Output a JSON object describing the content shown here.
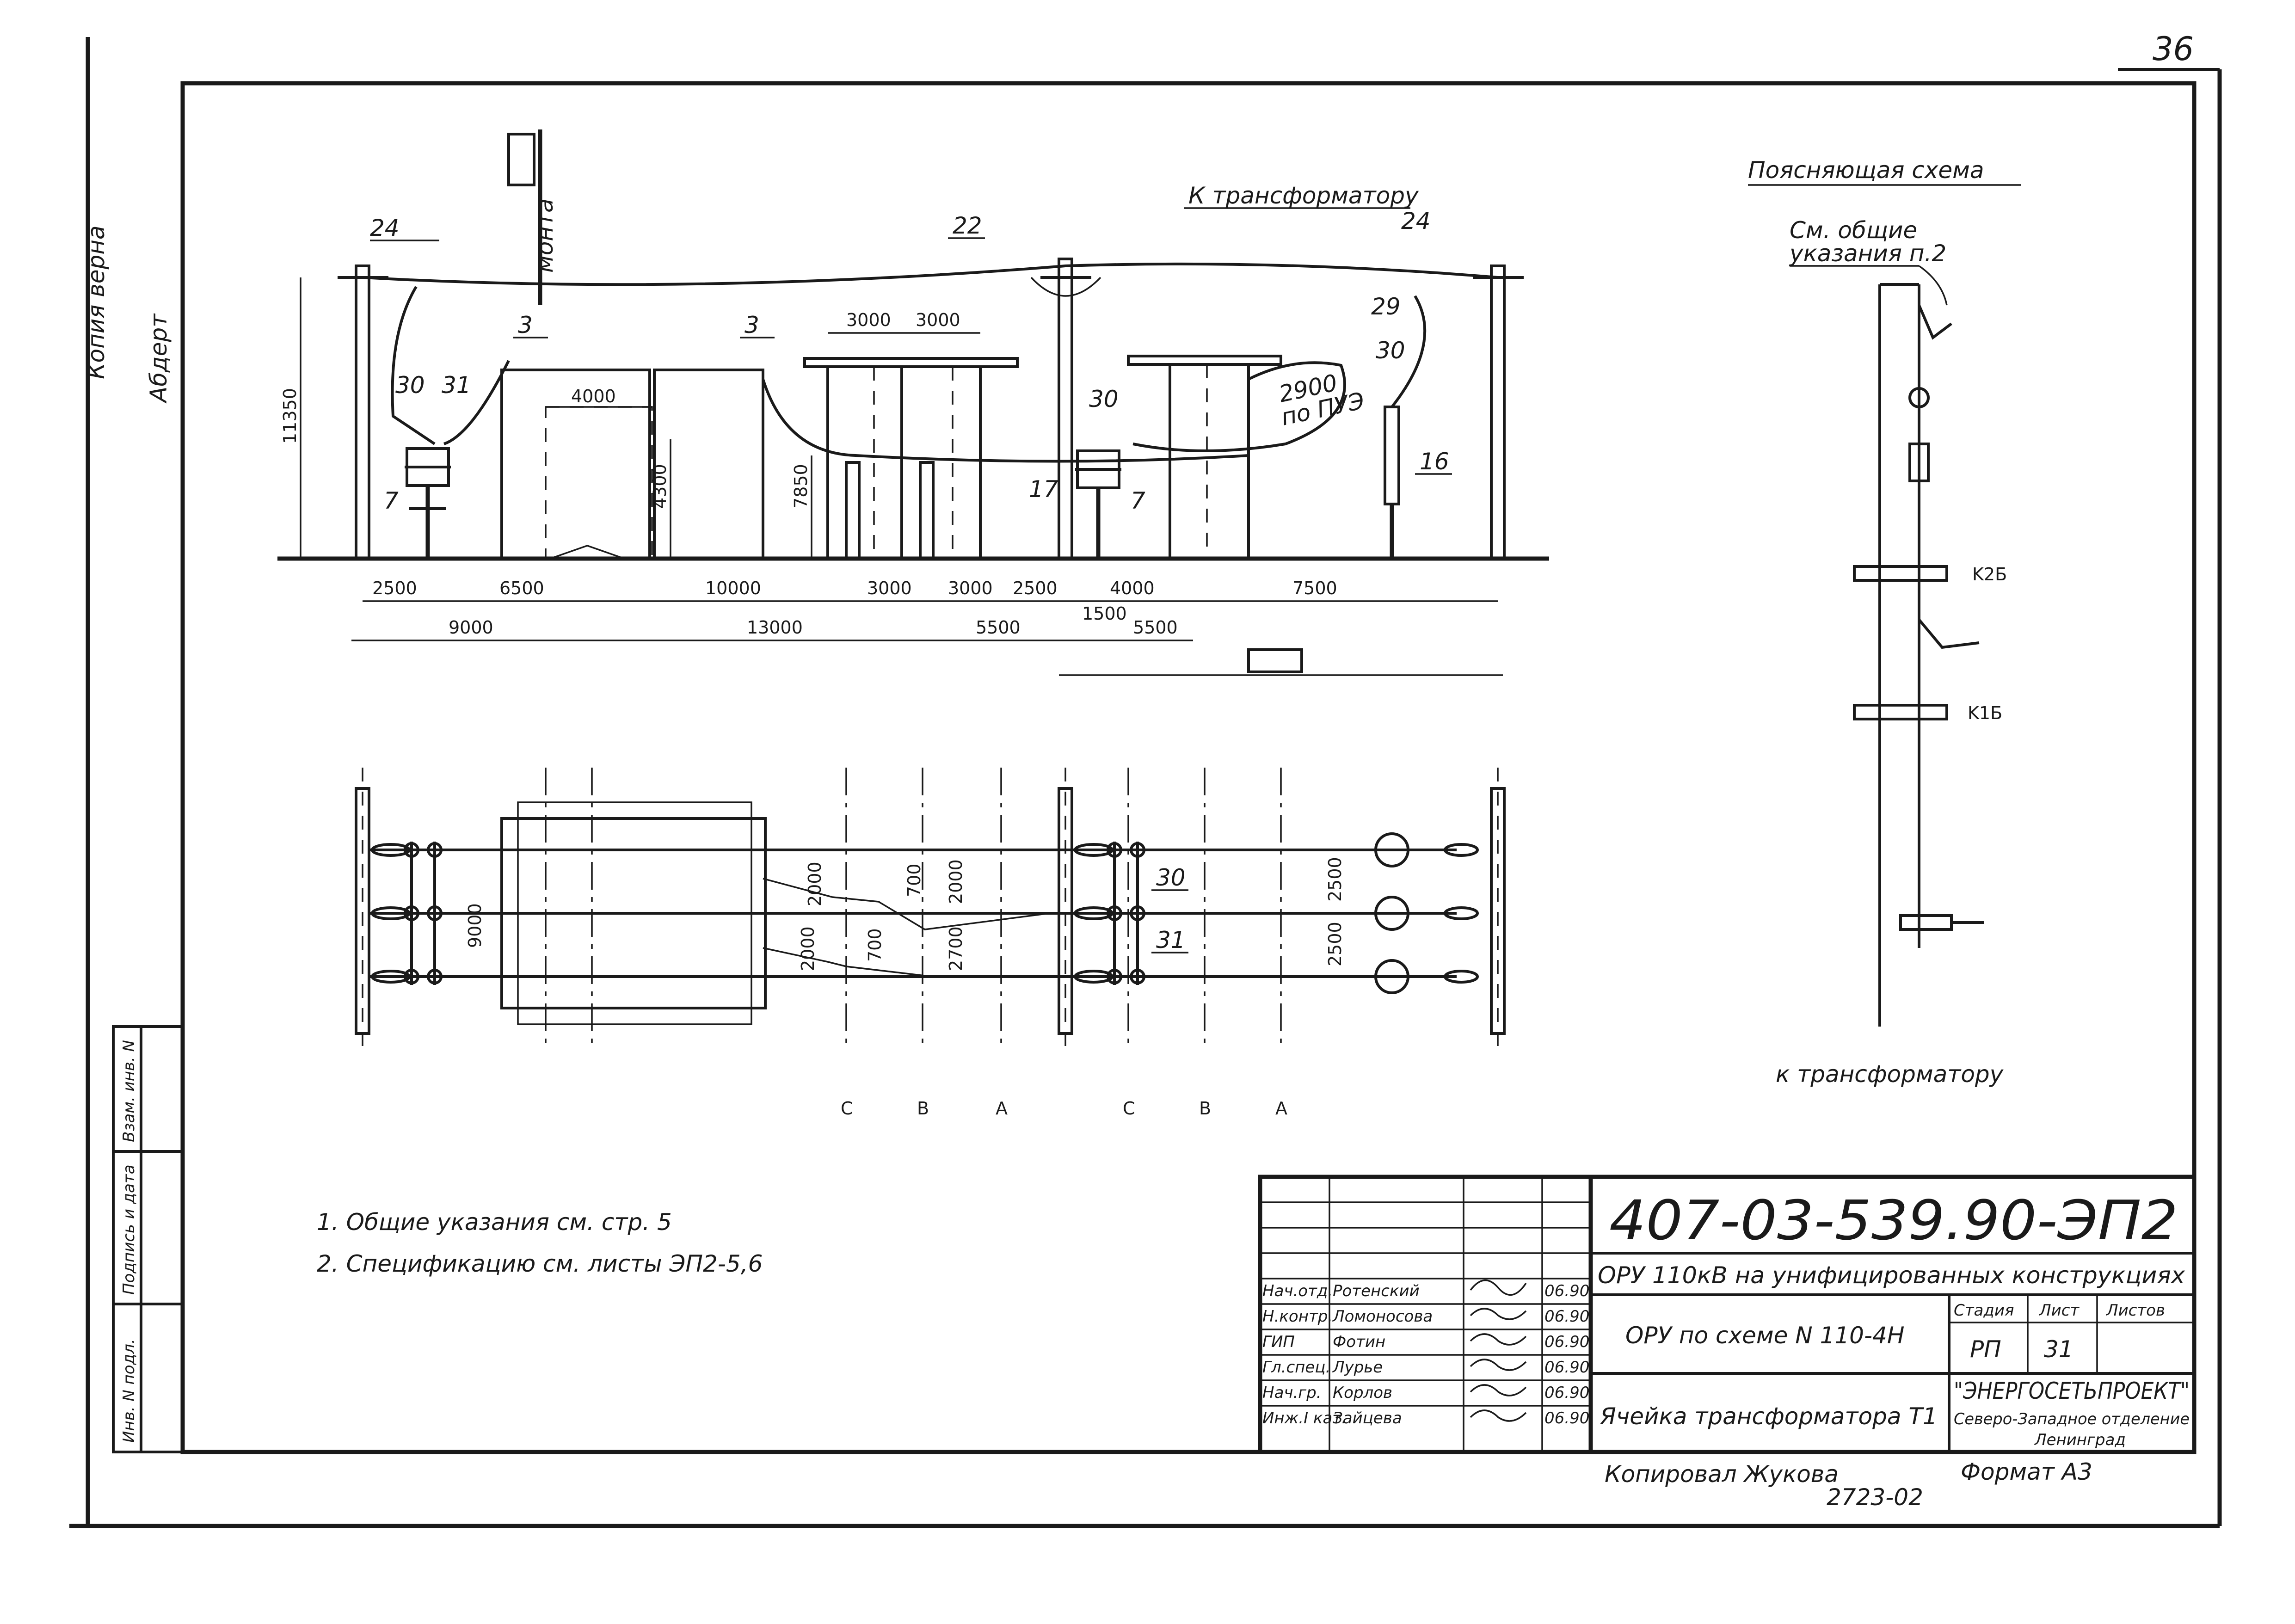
{
  "page_number": "36",
  "elevation": {
    "leader_labels": [
      "24",
      "22",
      "24",
      "3",
      "3",
      "30",
      "31",
      "7",
      "30",
      "7",
      "17",
      "29",
      "30",
      "16"
    ],
    "note_transformer": "К трансформатору",
    "note_mounting": "монта",
    "span_note": [
      "2900",
      "по ПУЭ"
    ],
    "dims_vertical": [
      "11350",
      "4300",
      "7850"
    ],
    "dims_internal": [
      "4000",
      "3000",
      "3000"
    ],
    "dims_row1": [
      "2500",
      "6500",
      "10000",
      "3000",
      "3000",
      "2500",
      "4000",
      "7500"
    ],
    "dims_row2": [
      "9000",
      "13000",
      "5500",
      "1500",
      "5500"
    ]
  },
  "plan": {
    "dims": [
      "9000",
      "2000",
      "700",
      "2000",
      "2000",
      "700",
      "2700",
      "2500",
      "2500"
    ],
    "leaders": [
      "30",
      "31"
    ],
    "phase_labels": [
      "C",
      "B",
      "A",
      "C",
      "B",
      "A"
    ]
  },
  "scheme": {
    "title": "Поясняющая схема",
    "note_1": "См. общие",
    "note_2": "указания п.2",
    "label_k2b": "K2Б",
    "label_k1b": "K1Б",
    "caption": "к трансформатору"
  },
  "notes": [
    "1. Общие указания см. стр. 5",
    "2. Спецификацию см. листы ЭП2-5,6"
  ],
  "side_stamp": {
    "signer_1": "Копия верна",
    "signer_2": "Абдерт",
    "cells": [
      "Взам. инв. N",
      "Подпись и дата",
      "Инв. N подл."
    ]
  },
  "title_block": {
    "code": "407-03-539.90-ЭП2",
    "project_title": "ОРУ 110кВ на унифицированных конструкциях",
    "scheme_title": "ОРУ по схеме N 110-4Н",
    "sheet_title": "Ячейка трансформатора Т1",
    "stage_label": "Стадия",
    "sheet_label": "Лист",
    "sheets_label": "Листов",
    "stage_value": "РП",
    "sheet_value": "31",
    "organization": [
      "\"ЭНЕРГОСЕТЬПРОЕКТ\"",
      "Северо-Западное отделение",
      "Ленинград"
    ],
    "staff": [
      {
        "role": "Нач.отд.",
        "name": "Ротенский",
        "date": "06.90"
      },
      {
        "role": "Н.контр.",
        "name": "Ломоносова",
        "date": "06.90"
      },
      {
        "role": "ГИП",
        "name": "Фотин",
        "date": "06.90"
      },
      {
        "role": "Гл.спец.",
        "name": "Лурье",
        "date": "06.90"
      },
      {
        "role": "Нач.гр.",
        "name": "Корлов",
        "date": "06.90"
      },
      {
        "role": "Инж.I кат.",
        "name": "Зайцева",
        "date": "06.90"
      }
    ]
  },
  "footer": {
    "copied_by": "Копировал Жукова",
    "format": "Формат А3",
    "order_number": "2723-02"
  }
}
